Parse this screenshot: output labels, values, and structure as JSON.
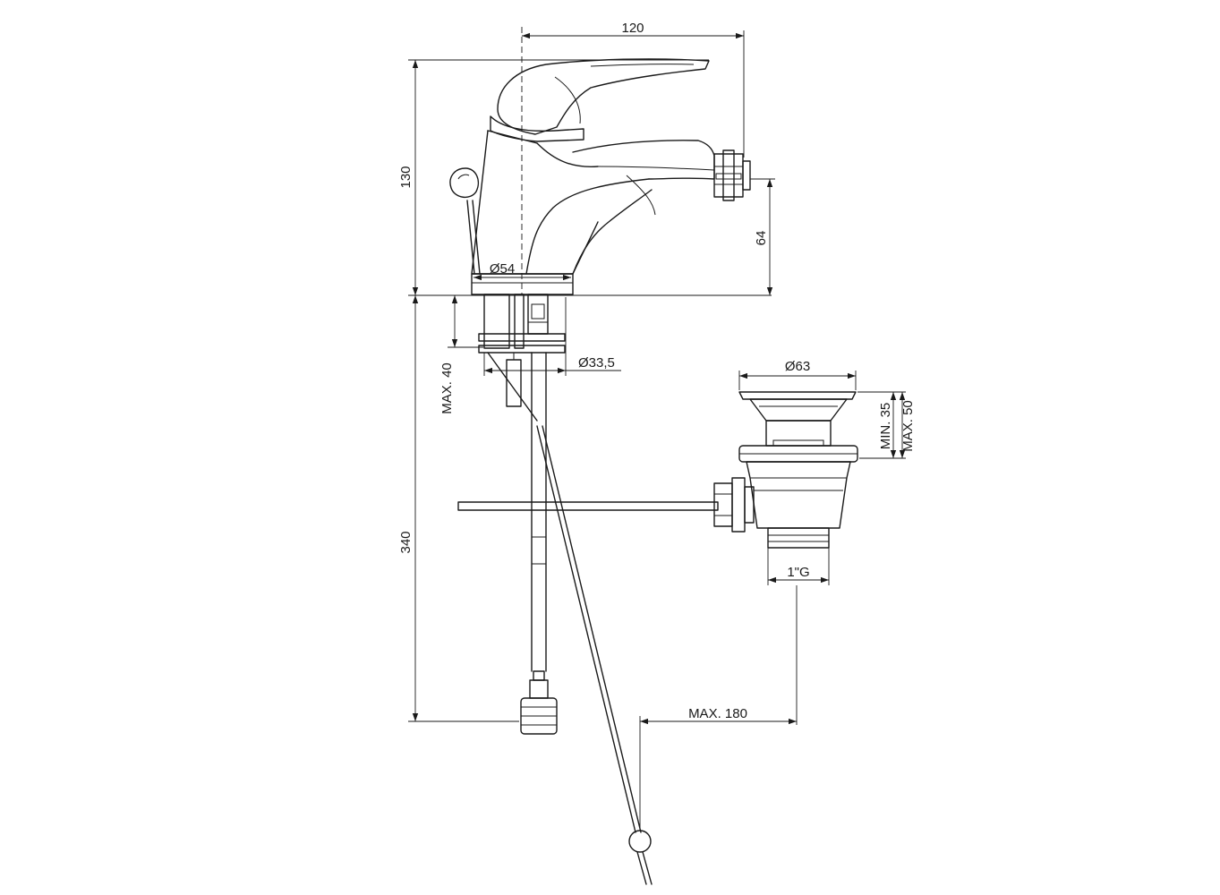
{
  "dimensions": {
    "width_120": "120",
    "height_130": "130",
    "spout_height_64": "64",
    "base_diameter_54": "Ø54",
    "shank_diameter_33_5": "Ø33,5",
    "max_thickness_40": "MAX. 40",
    "supply_length_340": "340",
    "drain_diameter_63": "Ø63",
    "drain_min_35": "MIN. 35",
    "drain_max_50": "MAX. 50",
    "drain_thread": "1\"G",
    "rod_max_180": "MAX. 180"
  }
}
